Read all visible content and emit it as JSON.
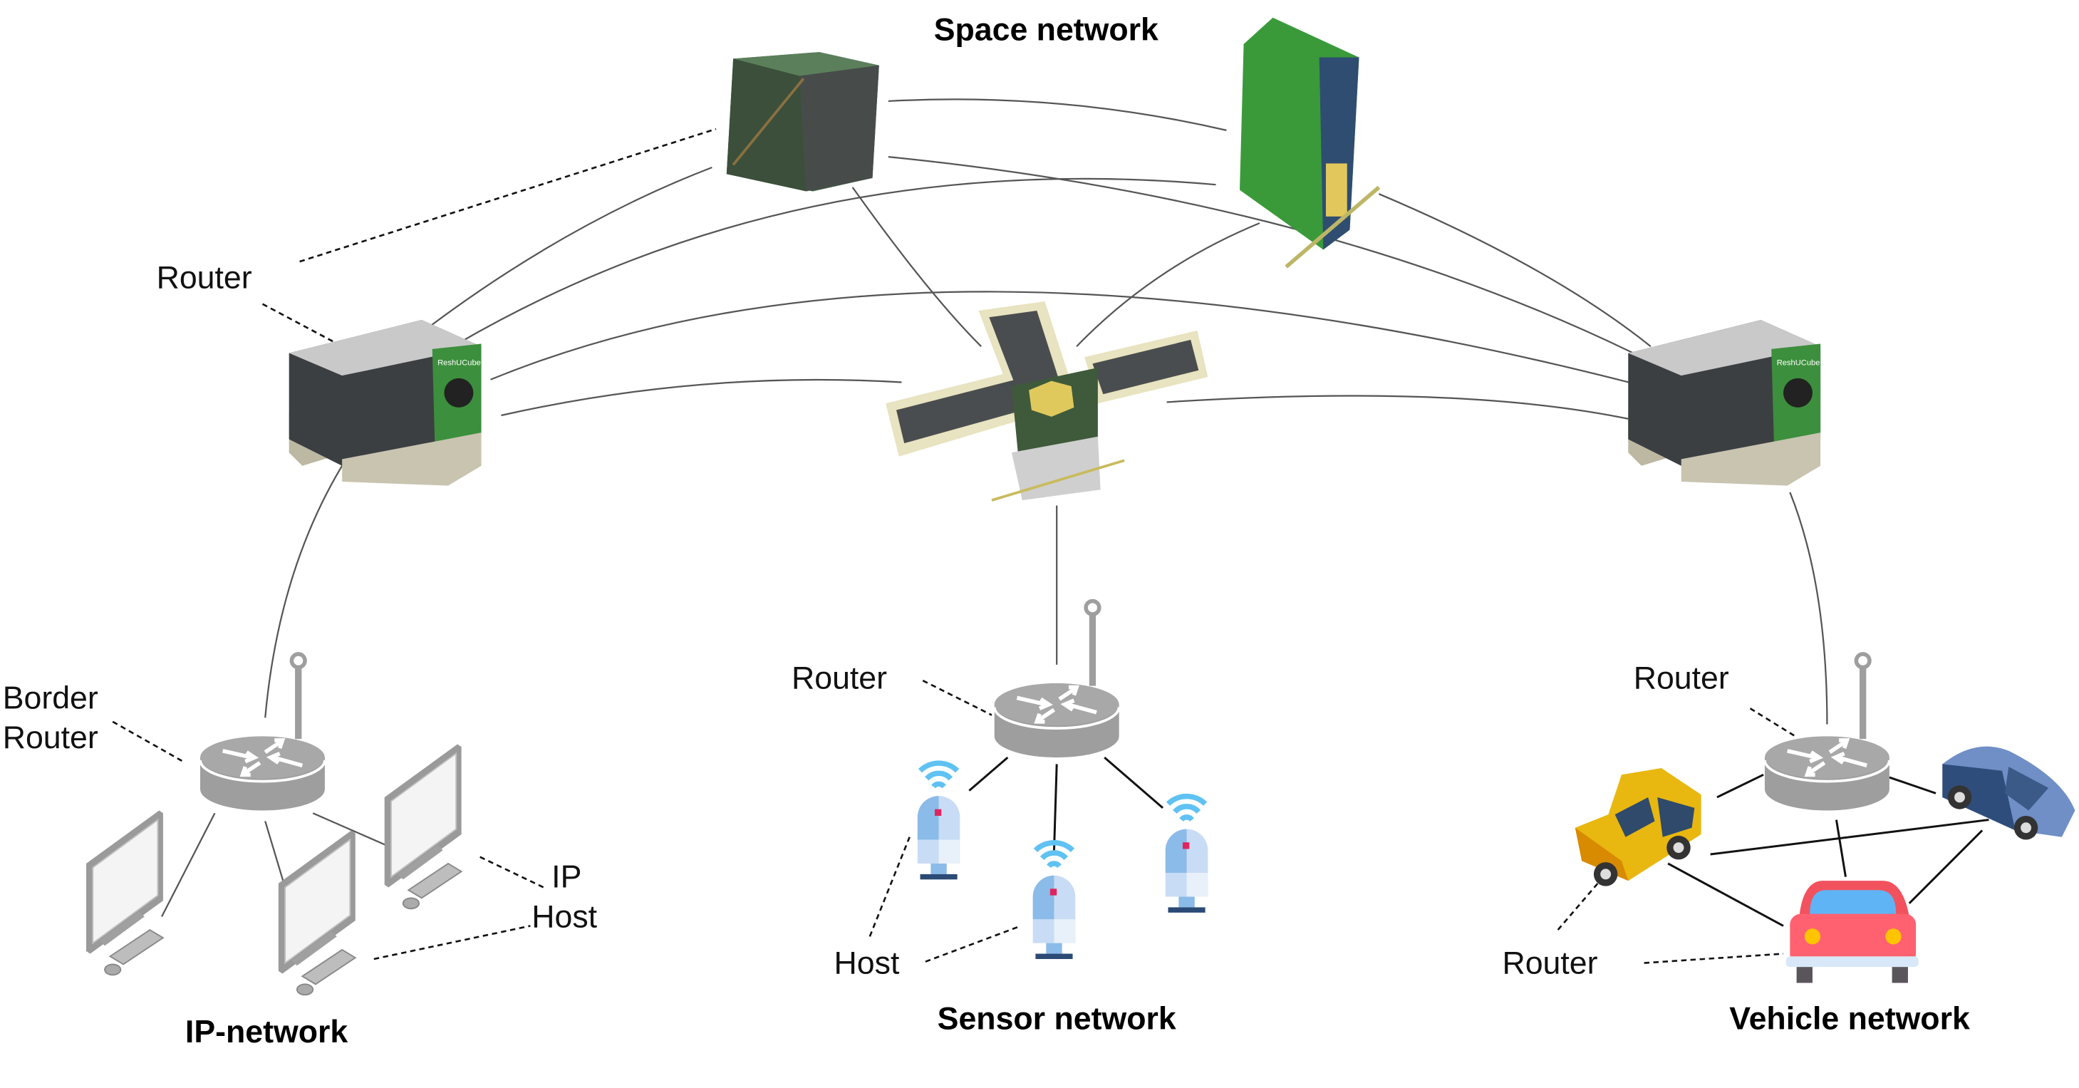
{
  "title": "Space network",
  "networks": {
    "space": {
      "title": "Space network"
    },
    "ip": {
      "title": "IP-network",
      "router_label_line1": "Border",
      "router_label_line2": "Router",
      "host_label_line1": "IP",
      "host_label_line2": "Host"
    },
    "sensor": {
      "title": "Sensor network",
      "router_label": "Router",
      "host_label": "Host"
    },
    "vehicle": {
      "title": "Vehicle network",
      "router_label": "Router",
      "vehicle_router_label": "Router"
    }
  },
  "space_router_label": "Router",
  "satellite_brand": "ReshUCube",
  "colors": {
    "router_gray": "#9e9e9e",
    "solar_panel": "#4a4d4f",
    "pcb_green": "#3f8f3a",
    "panel_frame": "#e8e3c0",
    "sensor_blue": "#8fbfea",
    "wifi_blue": "#5fc2f2",
    "car_yellow": "#e8b710",
    "car_blue": "#5b7db8",
    "car_red": "#f2525e"
  }
}
